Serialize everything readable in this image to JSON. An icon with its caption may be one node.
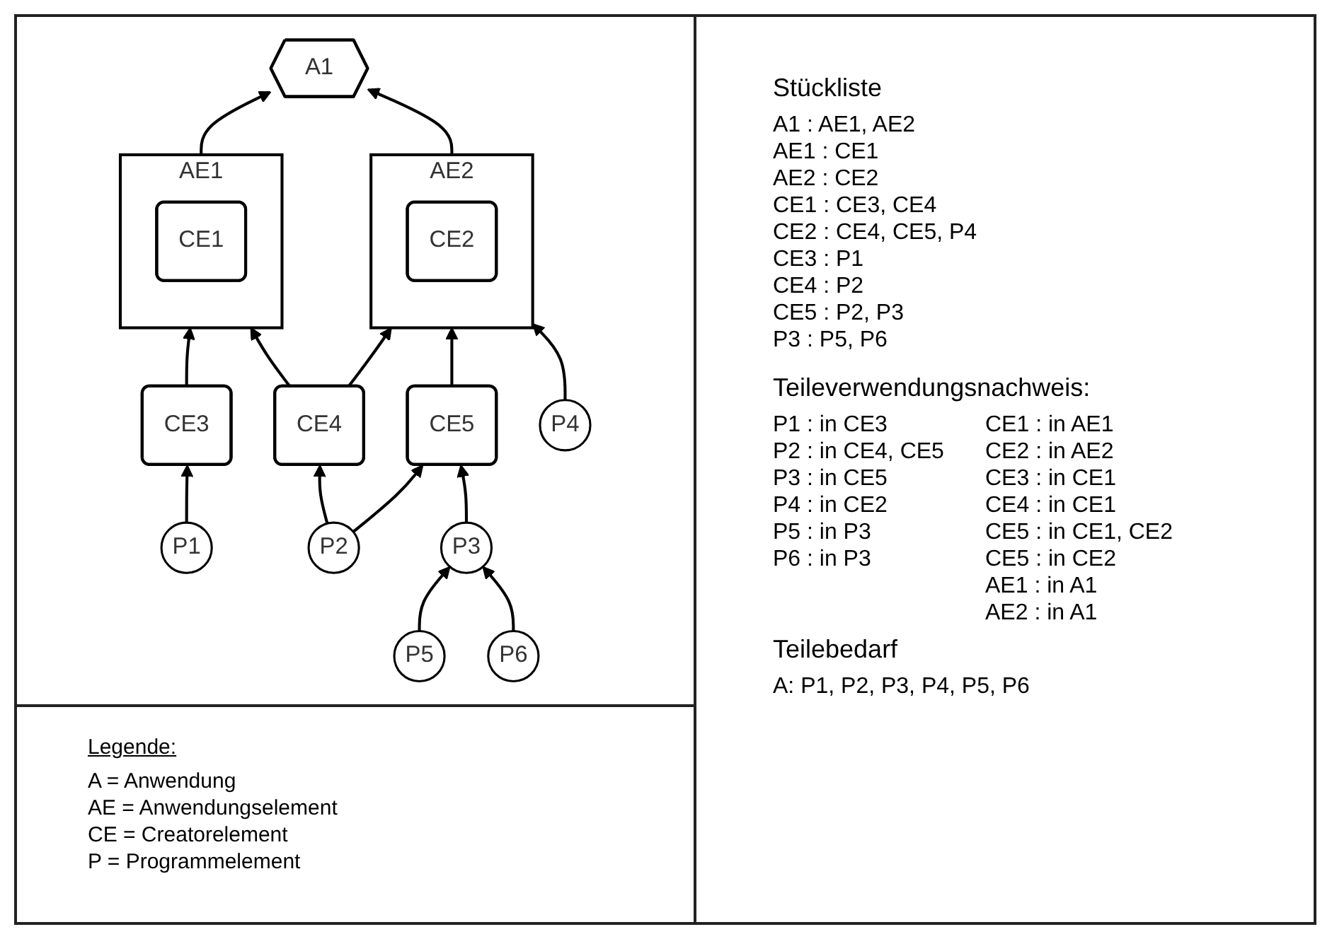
{
  "diagram": {
    "nodes": [
      {
        "text": [
          "A1"
        ]
      },
      {
        "text": [
          "AE1"
        ]
      },
      {
        "text": [
          "CE1"
        ],
        "in": 1
      },
      {
        "text": [
          "AE2"
        ]
      },
      {
        "text": [
          "CE2"
        ],
        "in": 3
      },
      {
        "text": [
          "CE3"
        ]
      },
      {
        "text": [
          "CE4"
        ]
      },
      {
        "text": [
          "CE5"
        ]
      },
      {
        "text": [
          "P1"
        ]
      },
      {
        "text": [
          "P2"
        ]
      },
      {
        "text": [
          "P3"
        ]
      },
      {
        "text": [
          "P4"
        ]
      },
      {
        "text": [
          "P5"
        ]
      },
      {
        "text": [
          "P6"
        ]
      }
    ],
    "edges": [
      {
        "from": 1,
        "to": 0,
        "arrow": "to"
      },
      {
        "from": 3,
        "to": 0,
        "arrow": "to"
      },
      {
        "from": 5,
        "to": 1,
        "arrow": "to"
      },
      {
        "from": 6,
        "to": 1,
        "arrow": "to"
      },
      {
        "from": 6,
        "to": 3,
        "arrow": "to"
      },
      {
        "from": 7,
        "to": 3,
        "arrow": "to"
      },
      {
        "from": 11,
        "to": 3,
        "arrow": "to"
      },
      {
        "from": 8,
        "to": 5,
        "arrow": "to"
      },
      {
        "from": 9,
        "to": 6,
        "arrow": "to"
      },
      {
        "from": 9,
        "to": 7,
        "arrow": "to"
      },
      {
        "from": 10,
        "to": 7,
        "arrow": "to"
      },
      {
        "from": 12,
        "to": 10,
        "arrow": "to"
      },
      {
        "from": 13,
        "to": 10,
        "arrow": "to"
      }
    ],
    "labels": [
      "Stückliste",
      "A1 : AE1, AE2",
      "AE1 : CE1",
      "AE2 : CE2",
      "CE1 : CE3, CE4",
      "CE2 : CE4, CE5, P4",
      "CE3 : P1",
      "CE4 : P2",
      "CE5 : P2, P3",
      "P3 : P5, P6",
      "Teileverwendungsnachweis:",
      "P1 : in CE3",
      "CE1 : in AE1",
      "P2 : in CE4, CE5",
      "CE2 : in AE2",
      "P3 : in CE5",
      "CE3 : in CE1",
      "P4 : in CE2",
      "CE4 : in CE1",
      "P5 : in P3",
      "CE5 : in CE1, CE2",
      "P6 : in P3",
      "CE5 : in CE2",
      "AE1 : in A1",
      "AE2 : in A1",
      "Teilebedarf",
      "A: P1, P2, P3, P4, P5, P6",
      "Legende:"
    ],
    "legend": [
      {
        "text": "A = Anwendung"
      },
      {
        "text": "AE = Anwendungselement"
      },
      {
        "text": "CE = Creatorelement"
      },
      {
        "text": "P = Programmelement"
      }
    ]
  }
}
